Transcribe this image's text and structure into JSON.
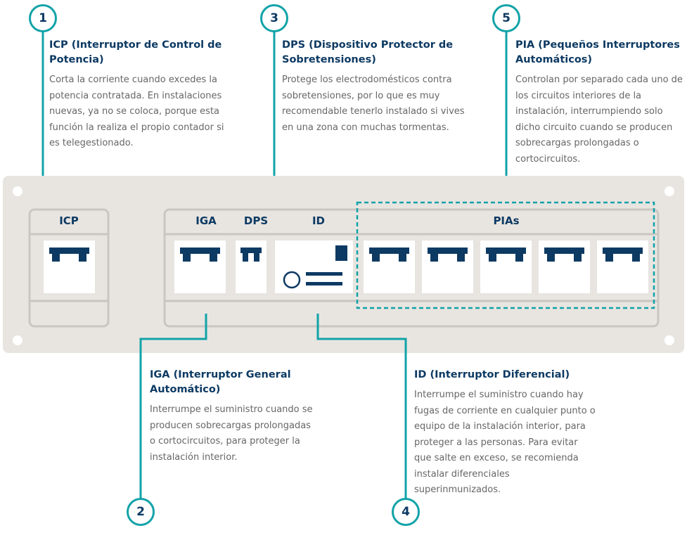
{
  "components": [
    {
      "number": "1",
      "title": "ICP (Interruptor de Control de Potencia)",
      "text": "Corta la corriente cuando excedes la potencia contratada. En instalaciones nuevas, ya no se coloca, porque esta función la realiza el propio contador si es telegestionado."
    },
    {
      "number": "2",
      "title": "IGA (Interruptor General Automático)",
      "text": "Interrumpe el suministro cuando se producen sobrecargas prolongadas o cortocircuitos, para proteger la instalación interior."
    },
    {
      "number": "3",
      "title": "DPS (Dispositivo Protector de Sobretensiones)",
      "text": "Protege los electrodomésticos contra sobretensiones, por lo que es muy recomendable tenerlo instalado si vives en una zona con muchas tormentas."
    },
    {
      "number": "4",
      "title": "ID (Interruptor Diferencial)",
      "text": "Interrumpe el suministro cuando hay fugas de corriente en cualquier punto o equipo de la instalación interior, para proteger a las personas. Para evitar que salte en exceso, se recomienda instalar diferenciales superinmunizados."
    },
    {
      "number": "5",
      "title": "PIA (Pequeños Interruptores Automáticos)",
      "text": "Controlan por separado cada uno de los circuitos interiores de la instalación, interrumpiendo solo dicho circuito cuando se producen sobrecargas prolongadas o cortocircuitos."
    }
  ],
  "panel_labels": {
    "icp": "ICP",
    "iga": "IGA",
    "dps": "DPS",
    "id": "ID",
    "pias": "PIAs"
  },
  "colors": {
    "teal": "#12a3a8",
    "navy": "#0d3a63",
    "body_text": "#666666",
    "panel": "#e8e5e1",
    "panel_border": "#c9c6c2"
  }
}
